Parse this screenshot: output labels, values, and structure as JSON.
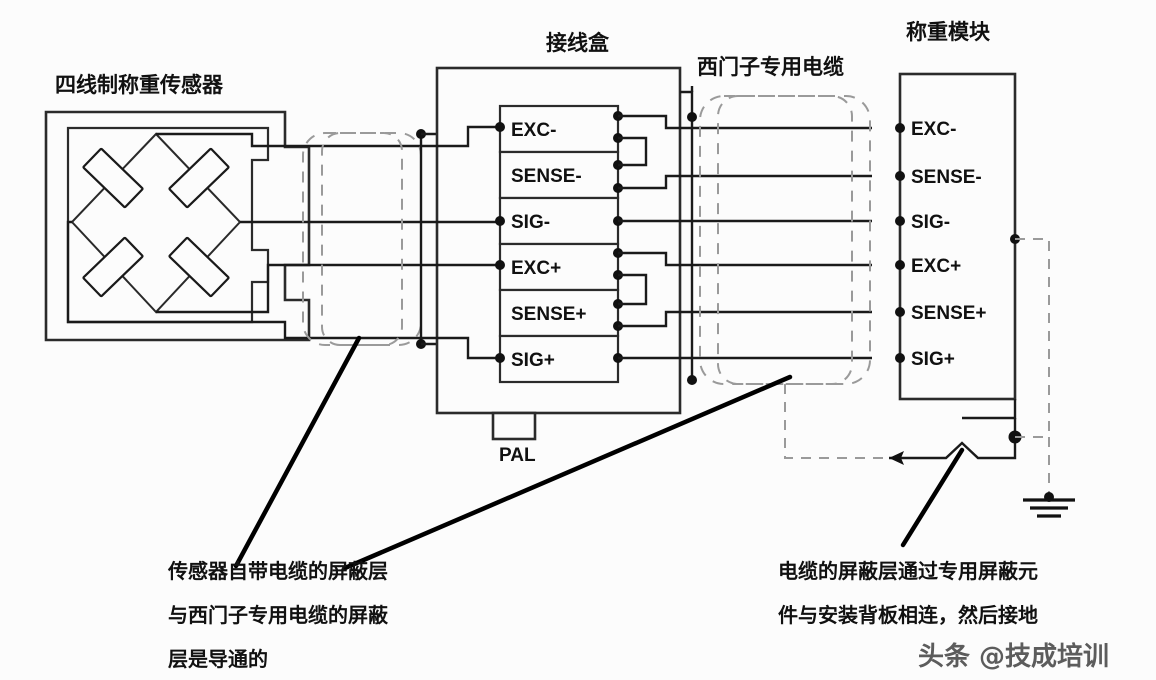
{
  "diagram": {
    "background_color": "#fcfcfc",
    "line_color": "#1a1a1a",
    "shield_color": "#9a9a9a",
    "titles": {
      "load_cell": "四线制称重传感器",
      "junction_box": "接线盒",
      "siemens_cable": "西门子专用电缆",
      "weighing_module": "称重模块"
    },
    "junction_box": {
      "pal_label": "PAL",
      "terminals": [
        {
          "label": "EXC-"
        },
        {
          "label": "SENSE-"
        },
        {
          "label": "SIG-"
        },
        {
          "label": "EXC+"
        },
        {
          "label": "SENSE+"
        },
        {
          "label": "SIG+"
        }
      ]
    },
    "weighing_module": {
      "terminals": [
        {
          "label": "EXC-"
        },
        {
          "label": "SENSE-"
        },
        {
          "label": "SIG-"
        },
        {
          "label": "EXC+"
        },
        {
          "label": "SENSE+"
        },
        {
          "label": "SIG+"
        }
      ]
    },
    "notes": {
      "left": [
        "传感器自带电缆的屏蔽层",
        "与西门子专用电缆的屏蔽",
        "层是导通的"
      ],
      "right": [
        "电缆的屏蔽层通过专用屏蔽元",
        "件与安装背板相连，然后接地"
      ]
    },
    "watermark": "头条 @技成培训"
  }
}
